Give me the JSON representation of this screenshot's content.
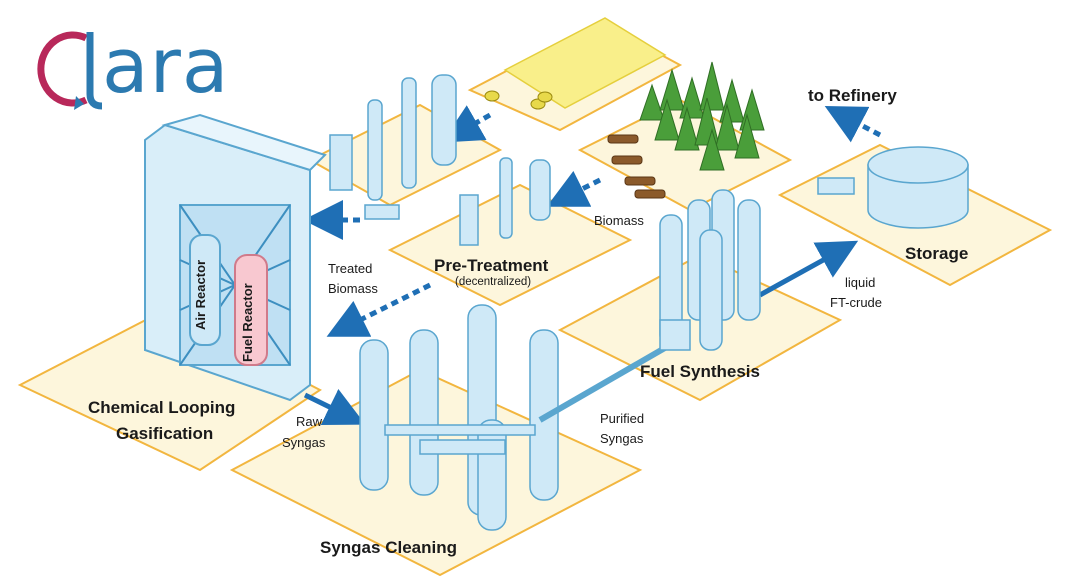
{
  "logo": {
    "text": "ara",
    "mark_icon": "clara-logo-icon"
  },
  "labels": {
    "to_refinery": "to Refinery",
    "storage": "Storage",
    "liquid": "liquid",
    "ft_crude": "FT-crude",
    "fuel_synthesis": "Fuel Synthesis",
    "purified": "Purified",
    "syngas_p": "Syngas",
    "syngas_cleaning": "Syngas Cleaning",
    "raw": "Raw",
    "syngas_r": "Syngas",
    "chemical_looping": "Chemical Looping",
    "gasification": "Gasification",
    "treated": "Treated",
    "biomass_t": "Biomass",
    "pre_treatment": "Pre-Treatment",
    "decentralized": "(decentralized)",
    "biomass": "Biomass",
    "air_reactor": "Air Reactor",
    "fuel_reactor": "Fuel Reactor"
  },
  "colors": {
    "platform": "#fdf6dc",
    "platform_edge": "#f2b63f",
    "equipment": "#cfe9f7",
    "equipment_edge": "#5aa6cf",
    "flow_arrow": "#1f6fb5",
    "logo_red": "#b8285a",
    "logo_blue": "#2c7ab0",
    "logo_green": "#1e7a66",
    "tree": "#4a9e3a",
    "fuel_reactor": "#f8c8d0"
  }
}
